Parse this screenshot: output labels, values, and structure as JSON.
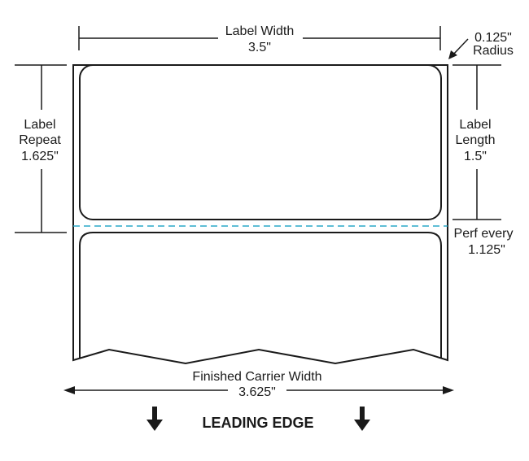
{
  "diagram": {
    "label_width": {
      "title": "Label Width",
      "value": "3.5\""
    },
    "radius": {
      "value": "0.125\"",
      "label": "Radius"
    },
    "label_repeat": {
      "line1": "Label",
      "line2": "Repeat",
      "value": "1.625\""
    },
    "label_length": {
      "line1": "Label",
      "line2": "Length",
      "value": "1.5\""
    },
    "perf": {
      "line1": "Perf every",
      "value": "1.125\""
    },
    "carrier_width": {
      "title": "Finished Carrier Width",
      "value": "3.625\""
    },
    "leading_edge": "LEADING EDGE",
    "colors": {
      "line": "#1a1a1a",
      "perforation": "#2aa8c8"
    }
  }
}
